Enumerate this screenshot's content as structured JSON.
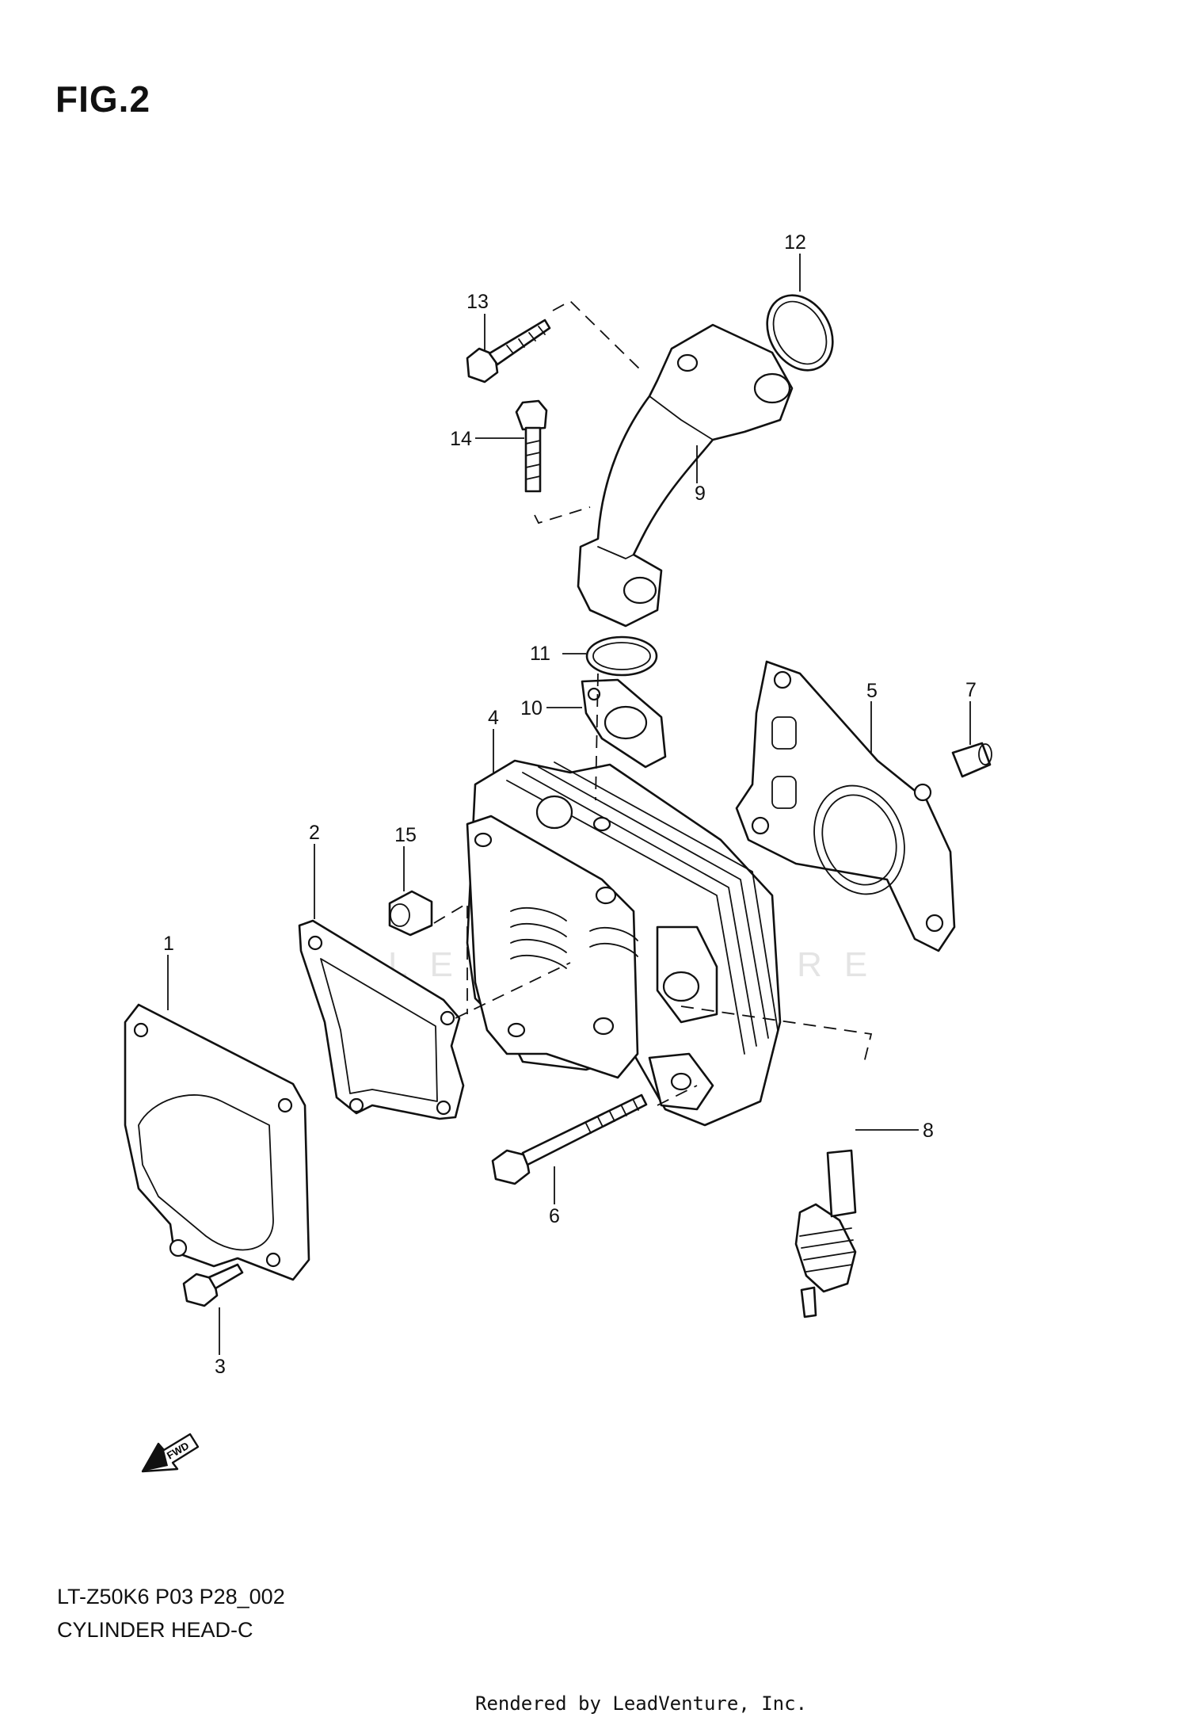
{
  "figure": {
    "title": "FIG.2"
  },
  "watermark": "LEADVENTURE",
  "fwd_arrow": {
    "label": "FWD",
    "icon": "fwd-arrow-icon"
  },
  "callouts": {
    "c1": "1",
    "c2": "2",
    "c3": "3",
    "c4": "4",
    "c5": "5",
    "c6": "6",
    "c7": "7",
    "c8": "8",
    "c9": "9",
    "c10": "10",
    "c11": "11",
    "c12": "12",
    "c13": "13",
    "c14": "14",
    "c15": "15"
  },
  "footer": {
    "code": "LT-Z50K6 P03 P28_002",
    "name": "CYLINDER HEAD-C",
    "rendered_by": "Rendered by LeadVenture, Inc."
  }
}
